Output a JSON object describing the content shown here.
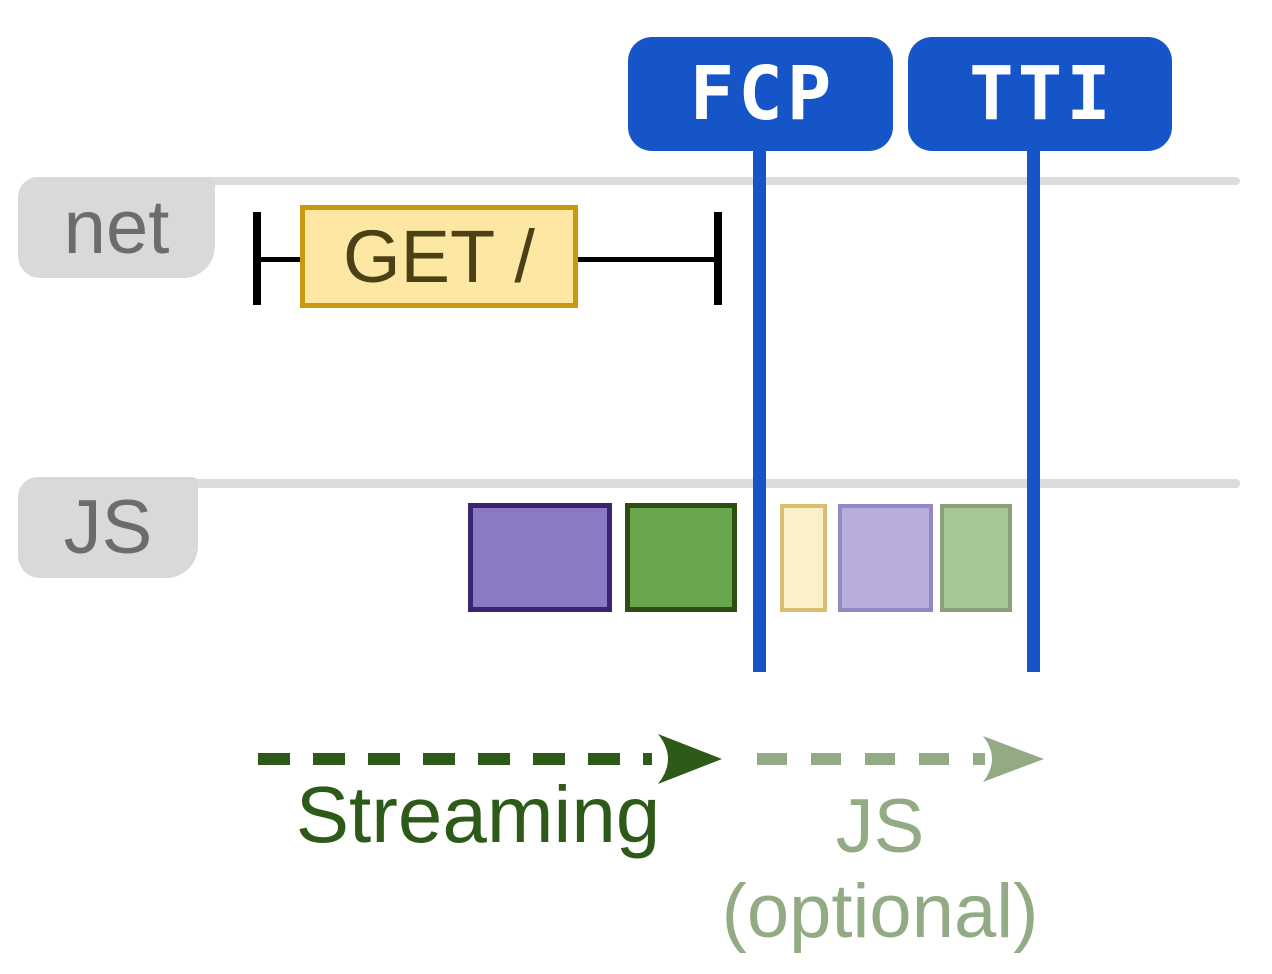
{
  "diagram": {
    "markers": [
      {
        "id": "fcp",
        "label": "FCP"
      },
      {
        "id": "tti",
        "label": "TTI"
      }
    ],
    "tracks": [
      {
        "id": "net",
        "label": "net",
        "request": {
          "label": "GET /"
        }
      },
      {
        "id": "js",
        "label": "JS",
        "blocks": [
          {
            "name": "js-task-purple-solid",
            "style": "solid",
            "color": "#8b7ac1",
            "border": "#3a2470"
          },
          {
            "name": "js-task-green-solid",
            "style": "solid",
            "color": "#69a74e",
            "border": "#2d4e12"
          },
          {
            "name": "js-task-yellow-faded",
            "style": "faded",
            "color": "#fcf0c9",
            "border": "#dabe71"
          },
          {
            "name": "js-task-purple-faded",
            "style": "faded",
            "color": "#b8addb",
            "border": "#9488c4"
          },
          {
            "name": "js-task-green-faded",
            "style": "faded",
            "color": "#a6c794",
            "border": "#8ba17d"
          }
        ]
      }
    ],
    "phases": [
      {
        "id": "streaming",
        "label": "Streaming",
        "color": "#2d5a18"
      },
      {
        "id": "js-optional",
        "label_line1": "JS",
        "label_line2": "(optional)",
        "color": "#93ab84"
      }
    ]
  },
  "colors": {
    "badge_blue": "#1655c8",
    "badge_text": "#ffffff",
    "rail_gray": "#dcdcdc",
    "tab_gray": "#d9d9d9",
    "tab_text": "#6c6c6c",
    "request_fill": "#fce7a3",
    "request_border": "#c6990f",
    "request_text": "#4c4015",
    "ibeam_black": "#000000",
    "canvas_white": "#ffffff"
  }
}
